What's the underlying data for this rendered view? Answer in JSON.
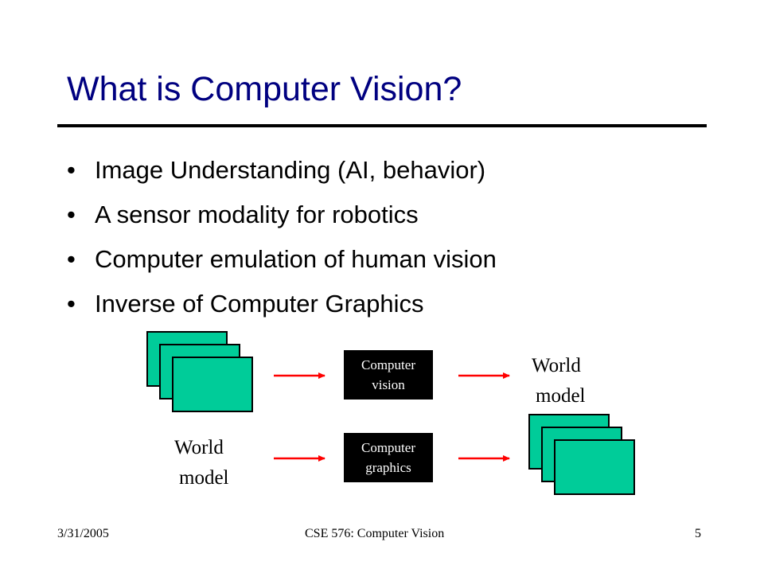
{
  "slide": {
    "title": "What is Computer Vision?",
    "bullets": [
      "Image Understanding (AI, behavior)",
      "A sensor modality for robotics",
      "Computer emulation of human vision",
      "Inverse of Computer Graphics"
    ],
    "bullet_glyph": "•"
  },
  "diagram": {
    "cv_box": {
      "line1": "Computer",
      "line2": "vision"
    },
    "cg_box": {
      "line1": "Computer",
      "line2": "graphics"
    },
    "top_right_label": {
      "line1": "World",
      "line2": "model"
    },
    "bottom_left_label": {
      "line1": "World",
      "line2": "model"
    },
    "frame_color": "#00CC99",
    "arrow_color": "#FF0000"
  },
  "footer": {
    "date": "3/31/2005",
    "course": "CSE 576: Computer Vision",
    "page": "5"
  },
  "colors": {
    "title": "#000080",
    "rule": "#000000"
  }
}
